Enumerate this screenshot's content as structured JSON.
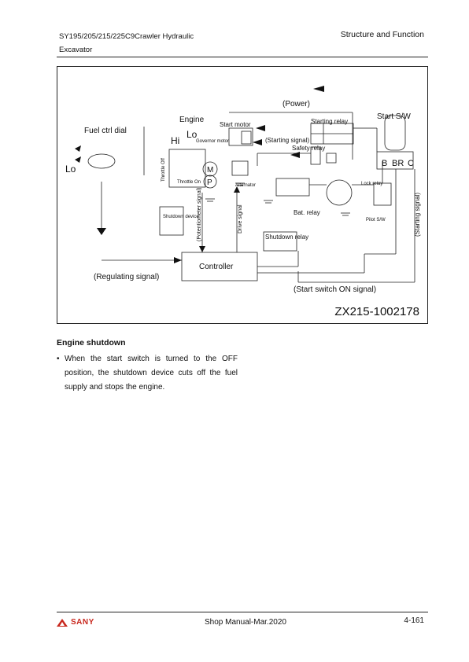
{
  "header": {
    "title_line1": "SY195/205/215/225C9Crawler Hydraulic",
    "title_line2": "Excavator",
    "section": "Structure and Function"
  },
  "figure": {
    "id": "ZX215-1002178",
    "labels": {
      "power": "(Power)",
      "start_sw": "Start S/W",
      "engine": "Engine",
      "fuel_dial": "Fuel ctrl dial",
      "lo_left": "Lo",
      "hi": "Hi",
      "lo_top": "Lo",
      "start_motor": "Start motor",
      "starting_relay": "Starting relay",
      "starting_signal": "(Starting signal)",
      "governor_motor": "Governor motor",
      "safety_relay": "Safety relay",
      "throttle_off": "Throttle Off",
      "throttle_on": "Throttle On",
      "alternator": "Alternator",
      "lock_relay": "Lock relay",
      "b": "B",
      "br": "BR",
      "c": "C",
      "m": "M",
      "p": "P",
      "shutdown_device": "Shutdown device",
      "potentiometer_signal": "(Potentiometer signal)",
      "drive_signal": "Drive signal",
      "bat_relay": "Bat. relay",
      "pilot_sw": "Pilot S/W",
      "starting_signal_vertical": "(Starting signal)",
      "shutdown_relay": "Shutdown relay",
      "controller": "Controller",
      "regulating_signal": "(Regulating signal)",
      "start_switch_on_signal": "(Start switch ON signal)"
    }
  },
  "body": {
    "section_title": "Engine shutdown",
    "bullet_char": "•",
    "bullet_text": "When the start switch is turned to the OFF position, the shutdown device cuts off the fuel supply and stops the engine."
  },
  "footer": {
    "brand": "SANY",
    "center": "Shop Manual-Mar.2020",
    "page": "4-161"
  }
}
